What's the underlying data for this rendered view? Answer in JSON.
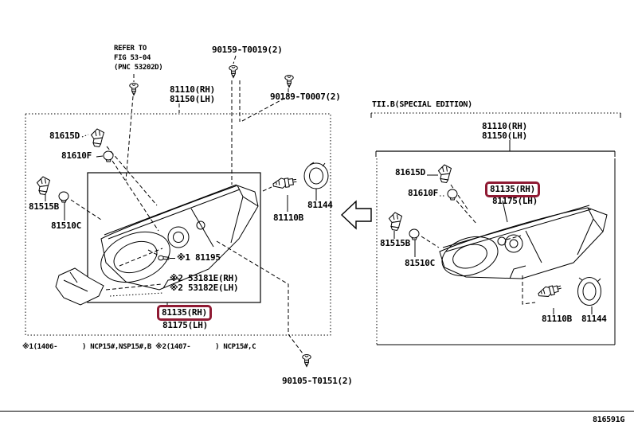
{
  "page": {
    "footer_code": "816591G",
    "highlight_color": "#8f1a33",
    "line_color": "#000000",
    "background_color": "#ffffff"
  },
  "top_notes": {
    "refer_line1": "REFER TO",
    "refer_line2": "FIG 53-04",
    "refer_line3": "(PNC 53202D)",
    "bolt_upper": "90159-T0019(2)",
    "bolt_side": "90189-T0007(2)",
    "bolt_lower": "90105-T0151(2)"
  },
  "left_assembly": {
    "title_rh": "81110(RH)",
    "title_lh": "81150(LH)",
    "socket_cord": "81615D",
    "bulb_a": "81610F",
    "socket_b": "81515B",
    "bulb_b": "81510C",
    "headlamp_bulb": "81110B",
    "cap": "81144",
    "screw": "※1 81195",
    "retainer_rh": "※2 53181E(RH)",
    "retainer_lh": "※2 53182E(LH)",
    "unit_rh": "81135(RH)",
    "unit_lh": "81175(LH)"
  },
  "right_assembly": {
    "header": "TII.B(SPECIAL EDITION)",
    "title_rh": "81110(RH)",
    "title_lh": "81150(LH)",
    "socket_cord": "81615D",
    "bulb_a": "81610F",
    "socket_b": "81515B",
    "bulb_b": "81510C",
    "headlamp_bulb": "81110B",
    "cap": "81144",
    "unit_rh": "81135(RH)",
    "unit_lh": "81175(LH)"
  },
  "footnote": "※1(1406-      ) NCP15#,NSP15#,B ※2(1407-      ) NCP15#,C"
}
